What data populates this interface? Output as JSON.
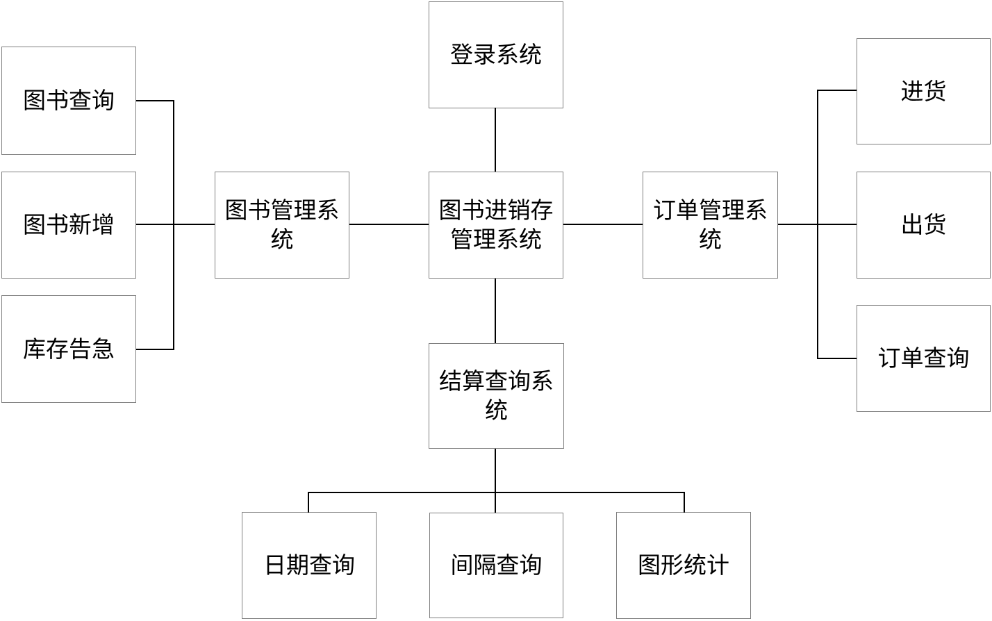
{
  "diagram": {
    "background_color": "#ffffff",
    "node_border_color": "#7f7f7f",
    "node_fill_color": "#ffffff",
    "edge_color": "#000000",
    "text_color": "#000000"
  },
  "nodes": [
    {
      "id": "login-system",
      "label": "登录系统"
    },
    {
      "id": "main-system",
      "label": "图书进销存\n管理系统"
    },
    {
      "id": "book-management-system",
      "label": "图书管理系\n统"
    },
    {
      "id": "order-management-system",
      "label": "订单管理系\n统"
    },
    {
      "id": "book-query",
      "label": "图书查询"
    },
    {
      "id": "book-add",
      "label": "图书新增"
    },
    {
      "id": "stock-alert",
      "label": "库存告急"
    },
    {
      "id": "purchase",
      "label": "进货"
    },
    {
      "id": "shipment",
      "label": "出货"
    },
    {
      "id": "order-query",
      "label": "订单查询"
    },
    {
      "id": "settlement-query-system",
      "label": "结算查询系\n统"
    },
    {
      "id": "date-query",
      "label": "日期查询"
    },
    {
      "id": "interval-query",
      "label": "间隔查询"
    },
    {
      "id": "graph-statistics",
      "label": "图形统计"
    }
  ],
  "edges": [
    {
      "from": "login-system",
      "to": "main-system"
    },
    {
      "from": "book-management-system",
      "to": "main-system"
    },
    {
      "from": "main-system",
      "to": "order-management-system"
    },
    {
      "from": "main-system",
      "to": "settlement-query-system"
    },
    {
      "from": "book-query",
      "to": "book-management-system"
    },
    {
      "from": "book-add",
      "to": "book-management-system"
    },
    {
      "from": "stock-alert",
      "to": "book-management-system"
    },
    {
      "from": "order-management-system",
      "to": "purchase"
    },
    {
      "from": "order-management-system",
      "to": "shipment"
    },
    {
      "from": "order-management-system",
      "to": "order-query"
    },
    {
      "from": "settlement-query-system",
      "to": "date-query"
    },
    {
      "from": "settlement-query-system",
      "to": "interval-query"
    },
    {
      "from": "settlement-query-system",
      "to": "graph-statistics"
    }
  ]
}
